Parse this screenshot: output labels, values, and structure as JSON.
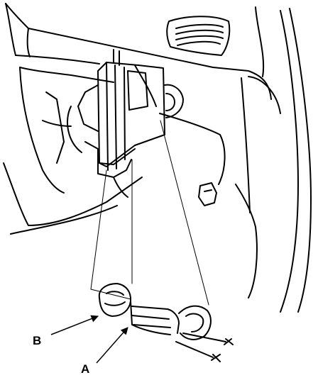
{
  "diagram": {
    "callouts": [
      {
        "id": "A",
        "text": "A"
      },
      {
        "id": "B",
        "text": "B"
      }
    ],
    "colors": {
      "ink": "#000000",
      "paper": "#ffffff"
    }
  }
}
